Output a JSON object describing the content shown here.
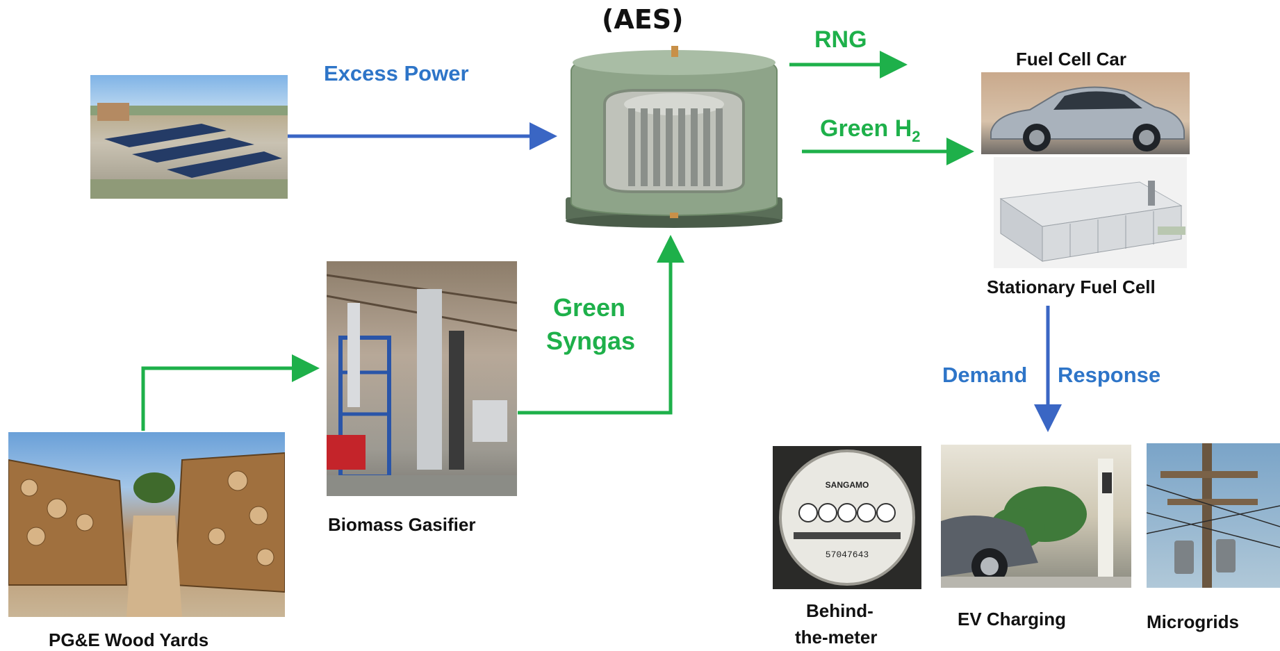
{
  "title": "(AES)",
  "labels": {
    "excess_power": "Excess Power",
    "rng": "RNG",
    "green_h2_main": "Green H",
    "green_h2_sub": "2",
    "green_syngas_line1": "Green",
    "green_syngas_line2": "Syngas",
    "demand": "Demand",
    "response": "Response"
  },
  "captions": {
    "fuel_cell_car": "Fuel Cell Car",
    "stationary_fuel_cell": "Stationary Fuel Cell",
    "biomass_gasifier": "Biomass Gasifier",
    "pge_wood_yards": "PG&E Wood Yards",
    "behind_the_meter_1": "Behind-",
    "behind_the_meter_2": "the-meter",
    "ev_charging": "EV Charging",
    "microgrids": "Microgrids"
  },
  "meter": {
    "brand": "SANGAMO",
    "reading": "57047643"
  },
  "colors": {
    "blue_arrow": "#3a66c4",
    "green_arrow": "#1eb04a",
    "blue_text": "#2e75c8"
  }
}
